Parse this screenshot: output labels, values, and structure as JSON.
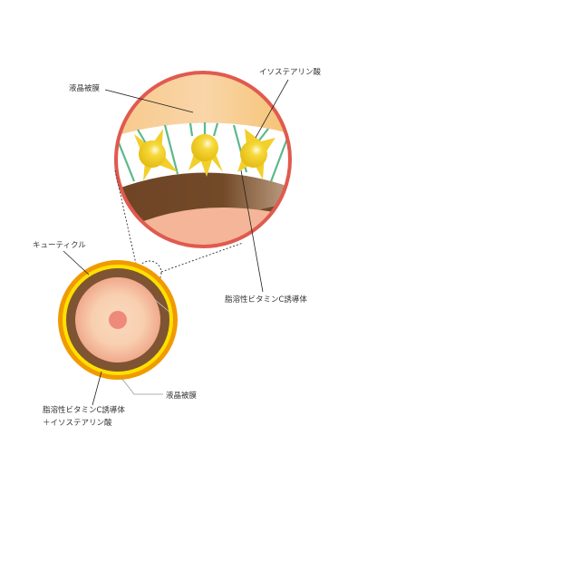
{
  "labels": {
    "zoom_liquid_crystal": "液晶被膜",
    "zoom_isostearic": "イソステアリン酸",
    "zoom_vitamin_c": "脂溶性ビタミンC誘導体",
    "cuticle": "キューティクル",
    "cross_liquid_crystal": "液晶被膜",
    "cross_vitamin_c_line1": "脂溶性ビタミンC誘導体",
    "cross_vitamin_c_line2": "＋イソステアリン酸"
  },
  "colors": {
    "magnifier_ring": "#e05a4f",
    "liquid_crystal": "#f5c27a",
    "molecule": "#f2cf2a",
    "chain": "#5cb88a",
    "cuticle": "#7a4f2c",
    "cortex": "#f4b598",
    "medulla": "#ee8a7a",
    "outer_orange": "#f09a00",
    "yellow_layer": "#ffe000"
  }
}
